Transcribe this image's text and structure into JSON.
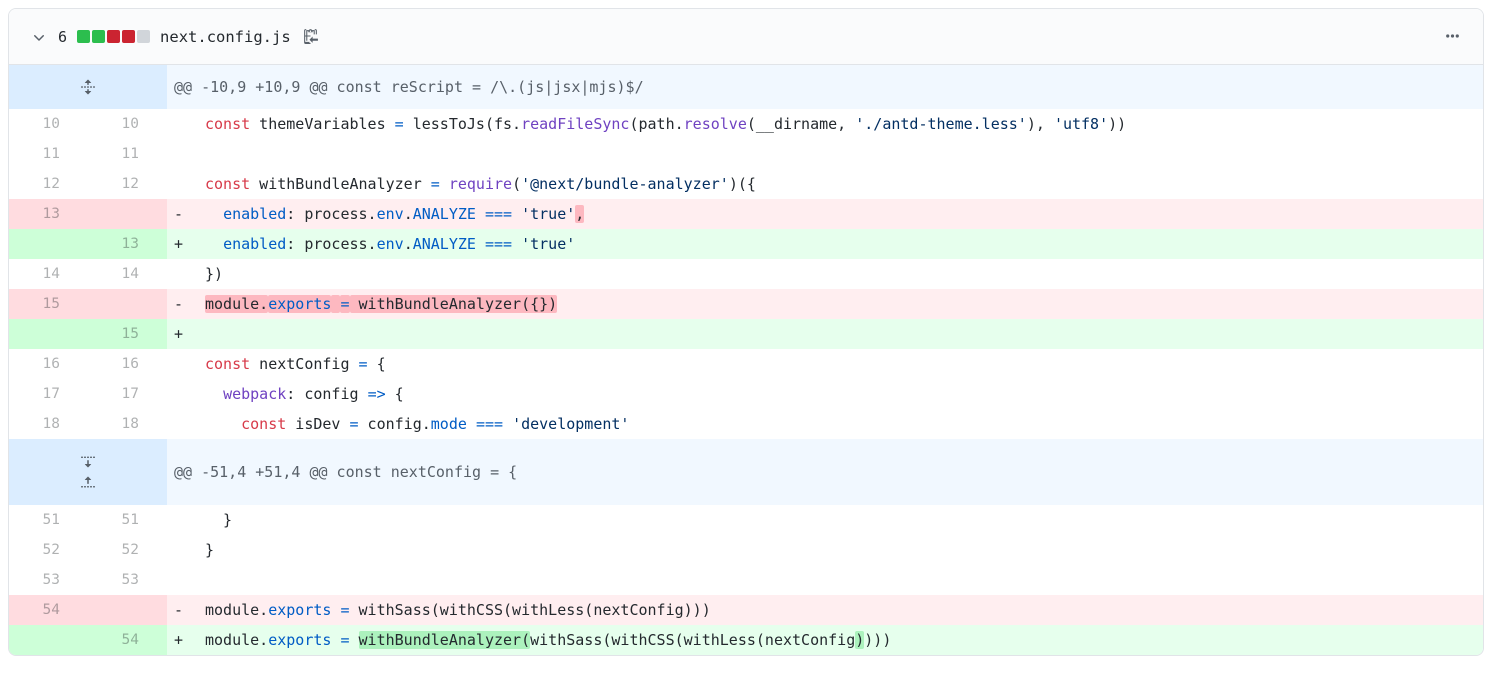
{
  "header": {
    "collapse_icon": "chevron-down-icon",
    "changes_count": "6",
    "diffstat_squares": [
      "green",
      "green",
      "red",
      "red",
      "gray"
    ],
    "filename": "next.config.js",
    "copy_icon": "clipboard-copy-icon",
    "menu_icon": "kebab-horizontal-icon"
  },
  "colors": {
    "header_bg": "#fafbfc",
    "border": "#e1e4e8",
    "hunk_gutter_bg": "#dbedff",
    "hunk_bg": "#f1f8ff",
    "del_bg": "#ffeef0",
    "del_gutter_bg": "#ffdce0",
    "del_word_bg": "#fdb8c0",
    "add_bg": "#e6ffed",
    "add_gutter_bg": "#cdffd8",
    "add_word_bg": "#acf2bd",
    "keyword": "#d73a49",
    "entity": "#6f42c1",
    "constant": "#005cc5",
    "string": "#032f62",
    "stat_green": "#2cbe4e",
    "stat_red": "#cb2431",
    "stat_gray": "#d1d5da"
  },
  "diff": {
    "rows": [
      {
        "type": "hunk1",
        "icons": [
          "unfold"
        ],
        "text": "@@ -10,9 +10,9 @@ const reScript = /\\.(js|jsx|mjs)$/"
      },
      {
        "type": "context",
        "old": "10",
        "new": "10",
        "marker": " ",
        "segs": [
          [
            "k",
            "const"
          ],
          [
            "p",
            " themeVariables "
          ],
          [
            "c",
            "="
          ],
          [
            "p",
            " lessToJs(fs."
          ],
          [
            "e",
            "readFileSync"
          ],
          [
            "p",
            "(path."
          ],
          [
            "e",
            "resolve"
          ],
          [
            "p",
            "(__dirname, "
          ],
          [
            "s",
            "'./antd-theme.less'"
          ],
          [
            "p",
            "), "
          ],
          [
            "s",
            "'utf8'"
          ],
          [
            "p",
            "))"
          ]
        ]
      },
      {
        "type": "context",
        "old": "11",
        "new": "11",
        "marker": " ",
        "segs": []
      },
      {
        "type": "context",
        "old": "12",
        "new": "12",
        "marker": " ",
        "segs": [
          [
            "k",
            "const"
          ],
          [
            "p",
            " withBundleAnalyzer "
          ],
          [
            "c",
            "="
          ],
          [
            "p",
            " "
          ],
          [
            "e",
            "require"
          ],
          [
            "p",
            "("
          ],
          [
            "s",
            "'@next/bundle-analyzer'"
          ],
          [
            "p",
            ")({"
          ]
        ]
      },
      {
        "type": "del",
        "old": "13",
        "new": "",
        "marker": "-",
        "segs": [
          [
            "p",
            "  "
          ],
          [
            "c",
            "enabled"
          ],
          [
            "p",
            ": process."
          ],
          [
            "c",
            "env"
          ],
          [
            "p",
            "."
          ],
          [
            "c",
            "ANALYZE"
          ],
          [
            "p",
            " "
          ],
          [
            "c",
            "==="
          ],
          [
            "p",
            " "
          ],
          [
            "s",
            "'true'"
          ],
          [
            "p",
            ",",
            1
          ]
        ]
      },
      {
        "type": "add",
        "old": "",
        "new": "13",
        "marker": "+",
        "segs": [
          [
            "p",
            "  "
          ],
          [
            "c",
            "enabled"
          ],
          [
            "p",
            ": process."
          ],
          [
            "c",
            "env"
          ],
          [
            "p",
            "."
          ],
          [
            "c",
            "ANALYZE"
          ],
          [
            "p",
            " "
          ],
          [
            "c",
            "==="
          ],
          [
            "p",
            " "
          ],
          [
            "s",
            "'true'"
          ]
        ]
      },
      {
        "type": "context",
        "old": "14",
        "new": "14",
        "marker": " ",
        "segs": [
          [
            "p",
            "})"
          ]
        ]
      },
      {
        "type": "del",
        "old": "15",
        "new": "",
        "marker": "-",
        "segs": [
          [
            "p",
            "module.",
            1
          ],
          [
            "c",
            "exports",
            1
          ],
          [
            "p",
            " ",
            1
          ],
          [
            "c",
            "=",
            1
          ],
          [
            "p",
            " withBundleAnalyzer({})",
            1
          ]
        ]
      },
      {
        "type": "add",
        "old": "",
        "new": "15",
        "marker": "+",
        "segs": []
      },
      {
        "type": "context",
        "old": "16",
        "new": "16",
        "marker": " ",
        "segs": [
          [
            "k",
            "const"
          ],
          [
            "p",
            " nextConfig "
          ],
          [
            "c",
            "="
          ],
          [
            "p",
            " {"
          ]
        ]
      },
      {
        "type": "context",
        "old": "17",
        "new": "17",
        "marker": " ",
        "segs": [
          [
            "p",
            "  "
          ],
          [
            "e",
            "webpack"
          ],
          [
            "p",
            ": config "
          ],
          [
            "c",
            "=>"
          ],
          [
            "p",
            " {"
          ]
        ]
      },
      {
        "type": "context",
        "old": "18",
        "new": "18",
        "marker": " ",
        "segs": [
          [
            "p",
            "    "
          ],
          [
            "k",
            "const"
          ],
          [
            "p",
            " isDev "
          ],
          [
            "c",
            "="
          ],
          [
            "p",
            " config."
          ],
          [
            "c",
            "mode"
          ],
          [
            "p",
            " "
          ],
          [
            "c",
            "==="
          ],
          [
            "p",
            " "
          ],
          [
            "s",
            "'development'"
          ]
        ]
      },
      {
        "type": "hunk2",
        "icons": [
          "fold-down",
          "fold-up"
        ],
        "text": "@@ -51,4 +51,4 @@ const nextConfig = {"
      },
      {
        "type": "context",
        "old": "51",
        "new": "51",
        "marker": " ",
        "segs": [
          [
            "p",
            "  }"
          ]
        ]
      },
      {
        "type": "context",
        "old": "52",
        "new": "52",
        "marker": " ",
        "segs": [
          [
            "p",
            "}"
          ]
        ]
      },
      {
        "type": "context",
        "old": "53",
        "new": "53",
        "marker": " ",
        "segs": []
      },
      {
        "type": "del",
        "old": "54",
        "new": "",
        "marker": "-",
        "segs": [
          [
            "p",
            "module."
          ],
          [
            "c",
            "exports"
          ],
          [
            "p",
            " "
          ],
          [
            "c",
            "="
          ],
          [
            "p",
            " withSass(withCSS(withLess(nextConfig)))"
          ]
        ]
      },
      {
        "type": "add",
        "old": "",
        "new": "54",
        "marker": "+",
        "segs": [
          [
            "p",
            "module."
          ],
          [
            "c",
            "exports"
          ],
          [
            "p",
            " "
          ],
          [
            "c",
            "="
          ],
          [
            "p",
            " "
          ],
          [
            "p",
            "withBundleAnalyzer(",
            1
          ],
          [
            "p",
            "withSass(withCSS(withLess(nextConfig"
          ],
          [
            "p",
            ")",
            1
          ],
          [
            "p",
            ")))"
          ]
        ]
      }
    ]
  }
}
